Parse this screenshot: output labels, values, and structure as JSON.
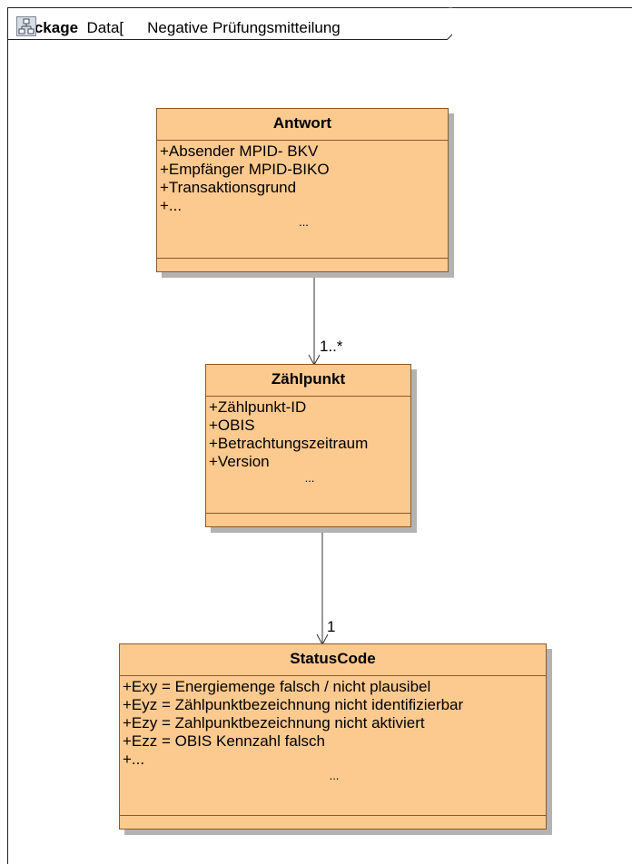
{
  "frame": {
    "keyword": "package",
    "name_prefix": "Data[",
    "name_text": "Negative Prüfungsmitteilung"
  },
  "classes": {
    "antwort": {
      "name": "Antwort",
      "attributes": [
        "+Absender MPID- BKV",
        "+Empfänger MPID-BIKO",
        "+Transaktionsgrund",
        "+..."
      ],
      "ellipsis": "..."
    },
    "zaehlpunkt": {
      "name": "Zählpunkt",
      "attributes": [
        "+Zählpunkt-ID",
        "+OBIS",
        "+Betrachtungszeitraum",
        "+Version"
      ],
      "ellipsis": "..."
    },
    "statuscode": {
      "name": "StatusCode",
      "attributes": [
        "+Exy = Energiemenge falsch / nicht plausibel",
        "+Eyz = Zählpunktbezeichnung nicht identifizierbar",
        "+Ezy = Zahlpunktbezeichnung nicht aktiviert",
        "+Ezz = OBIS Kennzahl falsch",
        "+..."
      ],
      "ellipsis": "..."
    }
  },
  "associations": {
    "antwort_zaehlpunkt_multiplicity": "1..*",
    "zaehlpunkt_statuscode_multiplicity": "1"
  },
  "colors": {
    "class_fill": "#fcc98f",
    "class_border": "#8a5a2b",
    "shadow": "#b3b3b3"
  }
}
